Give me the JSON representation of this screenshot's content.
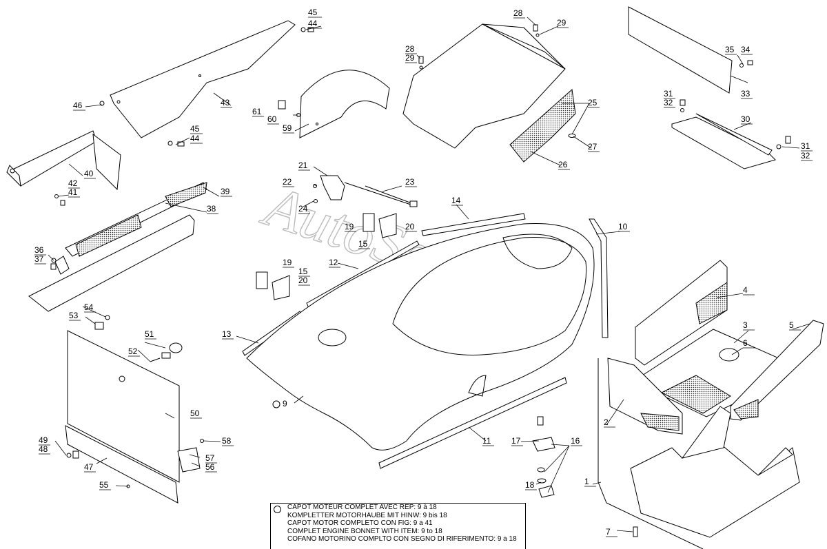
{
  "watermark": "AutoSoft",
  "callouts": {
    "c1": "1",
    "c2": "2",
    "c3": "3",
    "c4": "4",
    "c5": "5",
    "c6": "6",
    "c7": "7",
    "c9": "9",
    "c10": "10",
    "c11": "11",
    "c12": "12",
    "c13": "13",
    "c14": "14",
    "c15a": "15",
    "c15b": "15",
    "c16": "16",
    "c17": "17",
    "c18": "18",
    "c19a": "19",
    "c19b": "19",
    "c20a": "20",
    "c20b": "20",
    "c21": "21",
    "c22": "22",
    "c23": "23",
    "c24": "24",
    "c25": "25",
    "c26": "26",
    "c27": "27",
    "c28a": "28",
    "c28b": "28",
    "c29a": "29",
    "c29b": "29",
    "c30": "30",
    "c31a": "31",
    "c31b": "31",
    "c32a": "32",
    "c32b": "32",
    "c33": "33",
    "c34": "34",
    "c35": "35",
    "c36": "36",
    "c37": "37",
    "c38": "38",
    "c39": "39",
    "c40": "40",
    "c41": "41",
    "c42": "42",
    "c43": "43",
    "c44a": "44",
    "c44b": "44",
    "c45a": "45",
    "c45b": "45",
    "c46": "46",
    "c47": "47",
    "c48": "48",
    "c49": "49",
    "c50": "50",
    "c51": "51",
    "c52": "52",
    "c53": "53",
    "c54": "54",
    "c55": "55",
    "c56": "56",
    "c57": "57",
    "c58": "58",
    "c59": "59",
    "c60": "60",
    "c61": "61"
  },
  "legend": {
    "lines": [
      "CAPOT MOTEUR COMPLET AVEC REP: 9 à 18",
      "KOMPLETTER MOTORHAUBE MIT HINW: 9 bis 18",
      "CAPOT MOTOR COMPLETO CON FIG: 9 a 41",
      "COMPLET ENGINE BONNET WITH ITEM: 9 to 18",
      "COFANO MOTORINO COMPLTO CON SEGNO DI RIFERIMENTO: 9 a 18"
    ]
  }
}
